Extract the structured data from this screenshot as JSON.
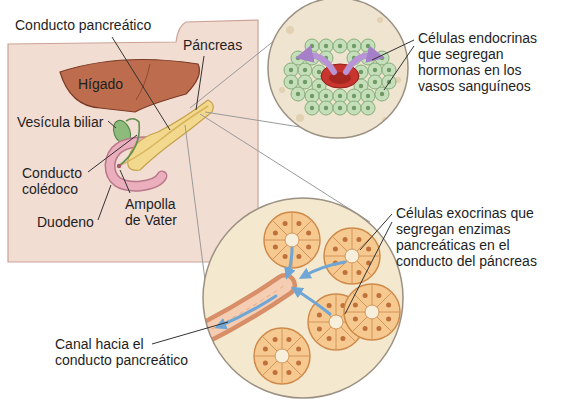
{
  "diagram": {
    "labels": [
      "Conducto pancreático",
      "Páncreas",
      "Hígado",
      "Vesícula biliar",
      "Conducto colédoco",
      "Duodeno",
      "Ampolla de Vater",
      "Células endocrinas que segregan hormonas en los vasos sanguíneos",
      "Células exocrinas que segregan enzimas pancreáticas en el conducto del páncreas",
      "Canal hacia el conducto pancreático"
    ]
  }
}
